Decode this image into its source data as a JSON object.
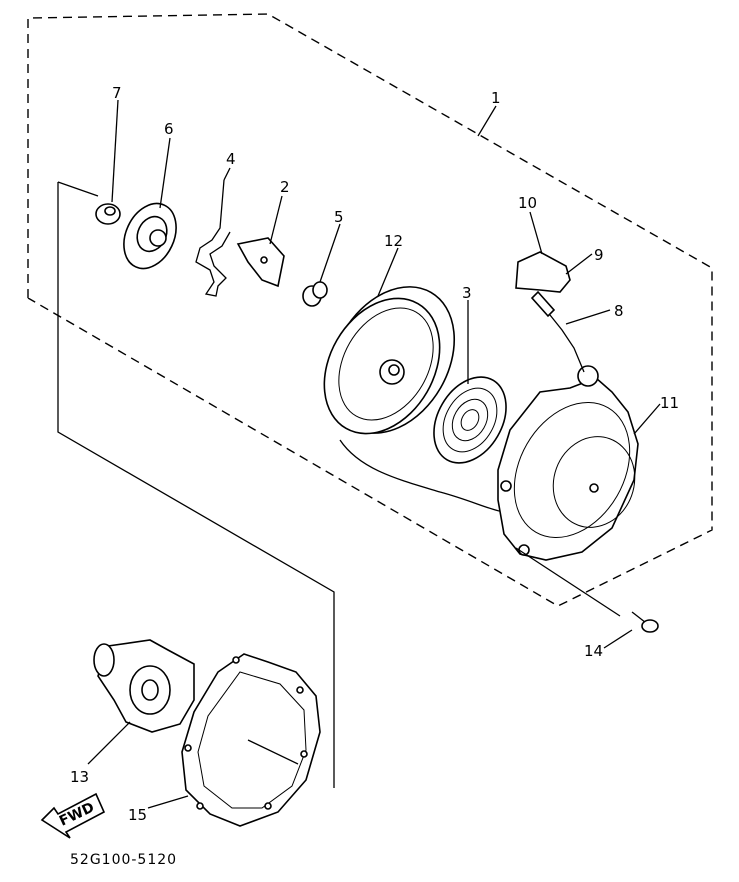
{
  "diagram": {
    "document_code": "52G100-5120",
    "fwd_label": "FWD",
    "callouts": [
      {
        "id": "1",
        "label": "1"
      },
      {
        "id": "2",
        "label": "2"
      },
      {
        "id": "3",
        "label": "3"
      },
      {
        "id": "4",
        "label": "4"
      },
      {
        "id": "5",
        "label": "5"
      },
      {
        "id": "6",
        "label": "6"
      },
      {
        "id": "7",
        "label": "7"
      },
      {
        "id": "8",
        "label": "8"
      },
      {
        "id": "9",
        "label": "9"
      },
      {
        "id": "10",
        "label": "10"
      },
      {
        "id": "11",
        "label": "11"
      },
      {
        "id": "12",
        "label": "12"
      },
      {
        "id": "13",
        "label": "13"
      },
      {
        "id": "14",
        "label": "14"
      },
      {
        "id": "15",
        "label": "15"
      }
    ]
  }
}
